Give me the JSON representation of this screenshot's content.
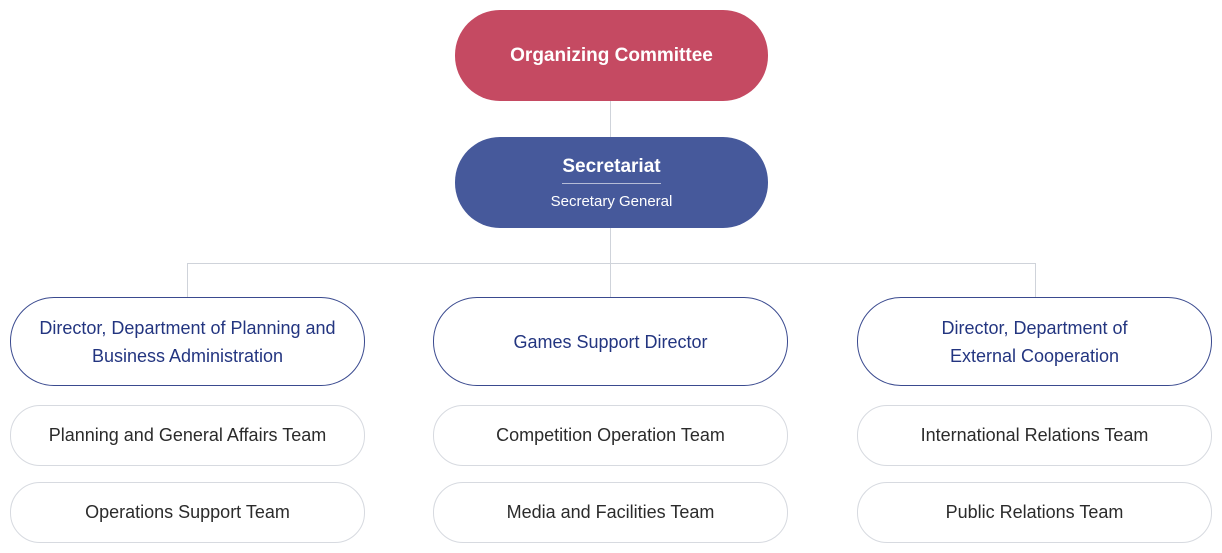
{
  "committee": {
    "label": "Organizing Committee"
  },
  "secretariat": {
    "title": "Secretariat",
    "subtitle": "Secretary General"
  },
  "directors": [
    {
      "label": "Director, Department of Planning and Business Administration"
    },
    {
      "label": "Games Support Director"
    },
    {
      "label": "Director, Department of External Cooperation"
    }
  ],
  "teams": [
    [
      "Planning and General Affairs Team",
      "Operations Support Team"
    ],
    [
      "Competition Operation Team",
      "Media and Facilities Team"
    ],
    [
      "International Relations Team",
      "Public Relations Team"
    ]
  ],
  "colors": {
    "committee": "#c54a62",
    "secretariat": "#46599b",
    "director_text": "#233580",
    "connector": "#cfd3da"
  }
}
